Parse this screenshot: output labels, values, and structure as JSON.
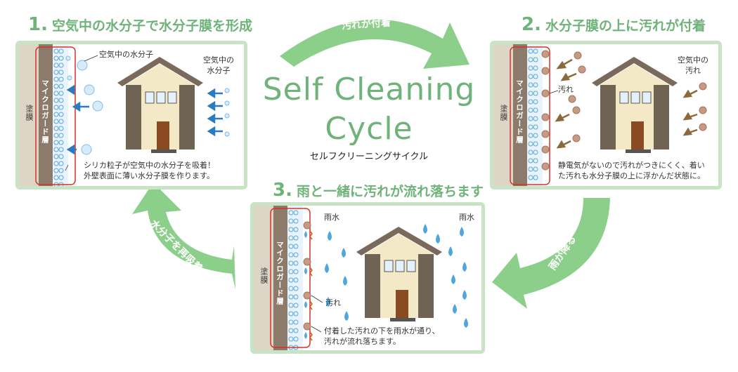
{
  "center": {
    "title_line1": "Self Cleaning",
    "title_line2": "Cycle",
    "subtitle": "セルフクリーニングサイクル"
  },
  "cycle_arrows": {
    "top": "汚れが付着",
    "right": "雨が降る",
    "left": "水分子を再吸着"
  },
  "steps": [
    {
      "number": "1.",
      "title": "空気中の水分子で水分子膜を形成",
      "coating_label": "塗膜",
      "layer_label": "マイクロガード層",
      "molecule_label": "空気中の水分子",
      "air_label_line1": "空気中の",
      "air_label_line2": "水分子",
      "caption_line1": "シリカ粒子が空気中の水分子を吸着！",
      "caption_line2": "外壁表面に薄い水分子膜を作ります。"
    },
    {
      "number": "2.",
      "title": "水分子膜の上に汚れが付着",
      "coating_label": "塗膜",
      "layer_label": "マイクロガード層",
      "dirt_label": "汚れ",
      "air_label_line1": "空気中の",
      "air_label_line2": "汚れ",
      "caption_line1": "静電気がないので汚れがつきにくく、着い",
      "caption_line2": "た汚れも水分子膜の上に浮かんだ状態に。"
    },
    {
      "number": "3.",
      "title": "雨と一緒に汚れが流れ落ちます",
      "coating_label": "塗膜",
      "layer_label": "マイクロガード層",
      "rain_label_left": "雨水",
      "rain_label_right": "雨水",
      "dirt_label": "汚れ",
      "caption_line1": "付着した汚れの下を雨水が通り、",
      "caption_line2": "汚れが流れ落ちます。"
    }
  ],
  "colors": {
    "accent_green": "#6fb37a",
    "arrow_green": "#8ccf8b",
    "panel_border": "#c9e4c5",
    "coating": "#ddd5c6",
    "micro_layer": "#8c7b6b",
    "water": "#5aa8d8",
    "dirt": "#c89a84",
    "highlight_red": "#d9312b",
    "blue_arrow": "#2b7bc0",
    "brown_arrow": "#8a6a3a"
  }
}
